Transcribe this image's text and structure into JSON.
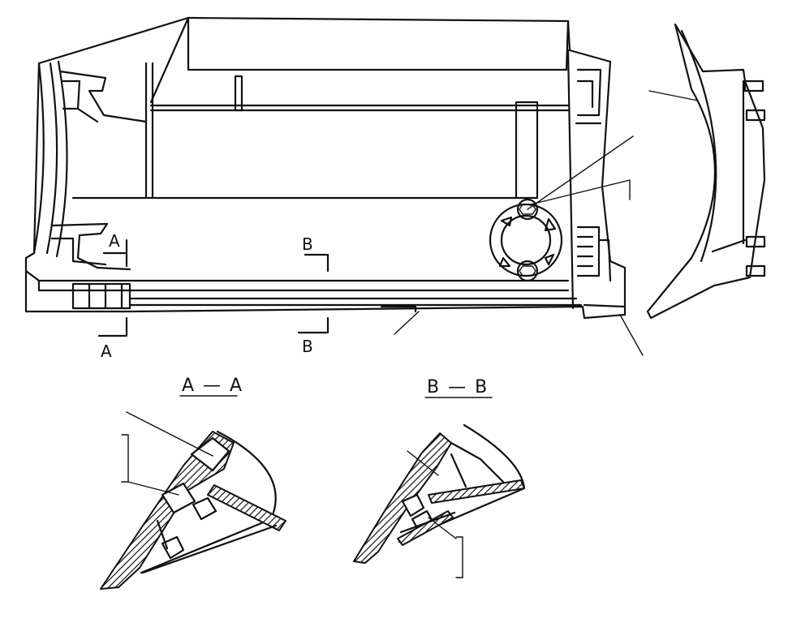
{
  "labels": {
    "section_a_top": "A",
    "section_a_bottom": "A",
    "section_b_top": "B",
    "section_b_bottom": "B"
  },
  "titles": {
    "section_aa": "A — A",
    "section_bb": "B — B"
  }
}
